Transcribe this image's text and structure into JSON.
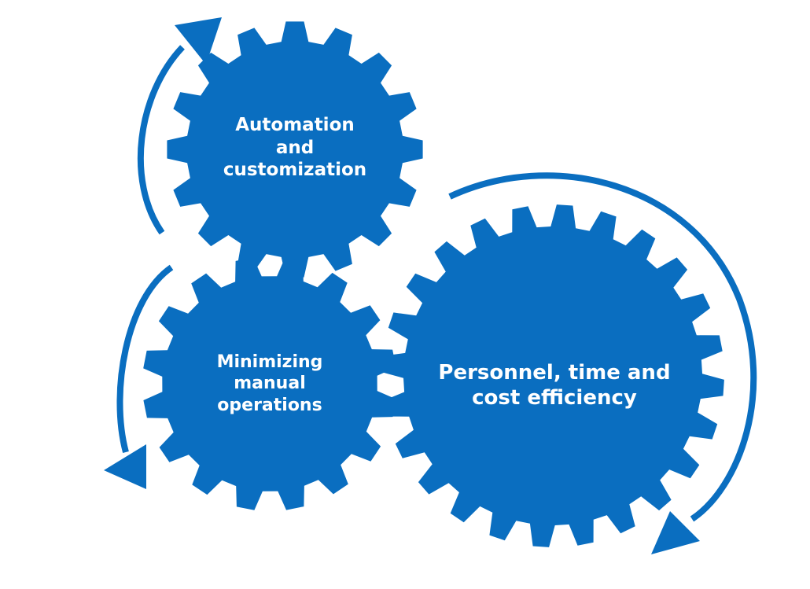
{
  "theme": {
    "gear_color": "#0a6ec0",
    "text_color": "#ffffff",
    "background": "#ffffff"
  },
  "gears": [
    {
      "id": "automation",
      "label": "Automation\nand\ncustomization"
    },
    {
      "id": "manual",
      "label": "Minimizing\nmanual\noperations"
    },
    {
      "id": "efficiency",
      "label": "Personnel, time and\ncost efficiency"
    }
  ],
  "arrows": [
    {
      "id": "arrow-top-left",
      "direction": "clockwise-up"
    },
    {
      "id": "arrow-bottom-left",
      "direction": "counterclockwise-down"
    },
    {
      "id": "arrow-right",
      "direction": "clockwise-down"
    }
  ]
}
